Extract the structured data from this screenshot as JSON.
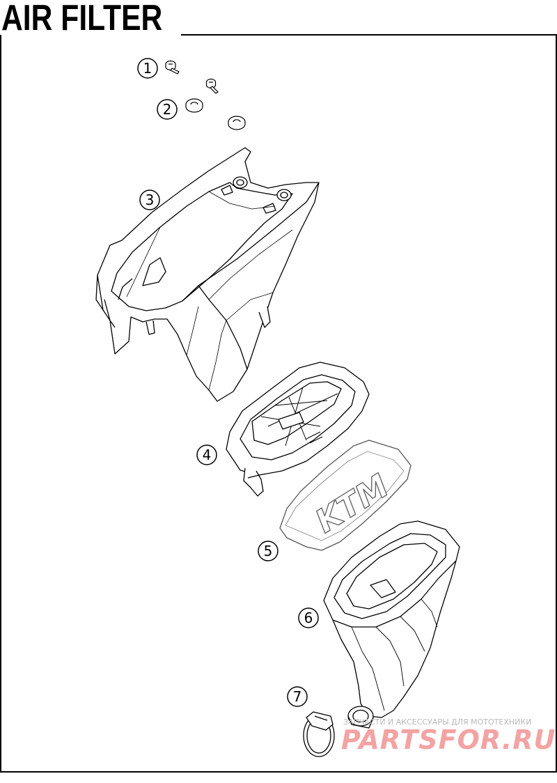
{
  "title": "AIR FILTER",
  "callouts": [
    {
      "id": 1,
      "label": "1"
    },
    {
      "id": 2,
      "label": "2"
    },
    {
      "id": 3,
      "label": "3"
    },
    {
      "id": 4,
      "label": "4"
    },
    {
      "id": 5,
      "label": "5"
    },
    {
      "id": 6,
      "label": "6"
    },
    {
      "id": 7,
      "label": "7"
    }
  ],
  "filter_logo": "KTM",
  "watermark": {
    "tagline": "ЗАПЧАСТИ И АКСЕССУАРЫ ДЛЯ МОТОТЕХНИКИ",
    "brand": "PARTSFOR.RU",
    "color": "#f3a3a3"
  },
  "colors": {
    "line": "#000000",
    "background": "#ffffff",
    "watermark_text": "#b9b9b9"
  }
}
